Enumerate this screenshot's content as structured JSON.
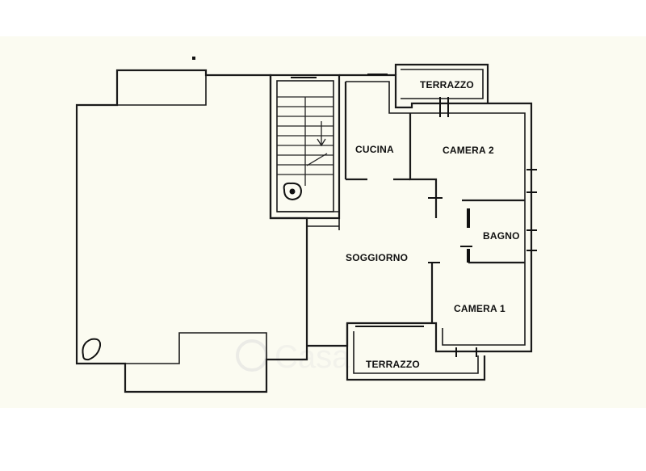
{
  "colors": {
    "background": "#ffffff",
    "paper": "#fbfbf1",
    "ink": "#1a1a1a"
  },
  "rooms": {
    "terrazzo_top": "TERRAZZO",
    "cucina": "CUCINA",
    "camera_2": "CAMERA 2",
    "bagno": "BAGNO",
    "soggiorno": "SOGGIORNO",
    "camera_1": "CAMERA 1",
    "terrazzo_bottom": "TERRAZZO"
  },
  "watermark": {
    "text": "Casa"
  }
}
